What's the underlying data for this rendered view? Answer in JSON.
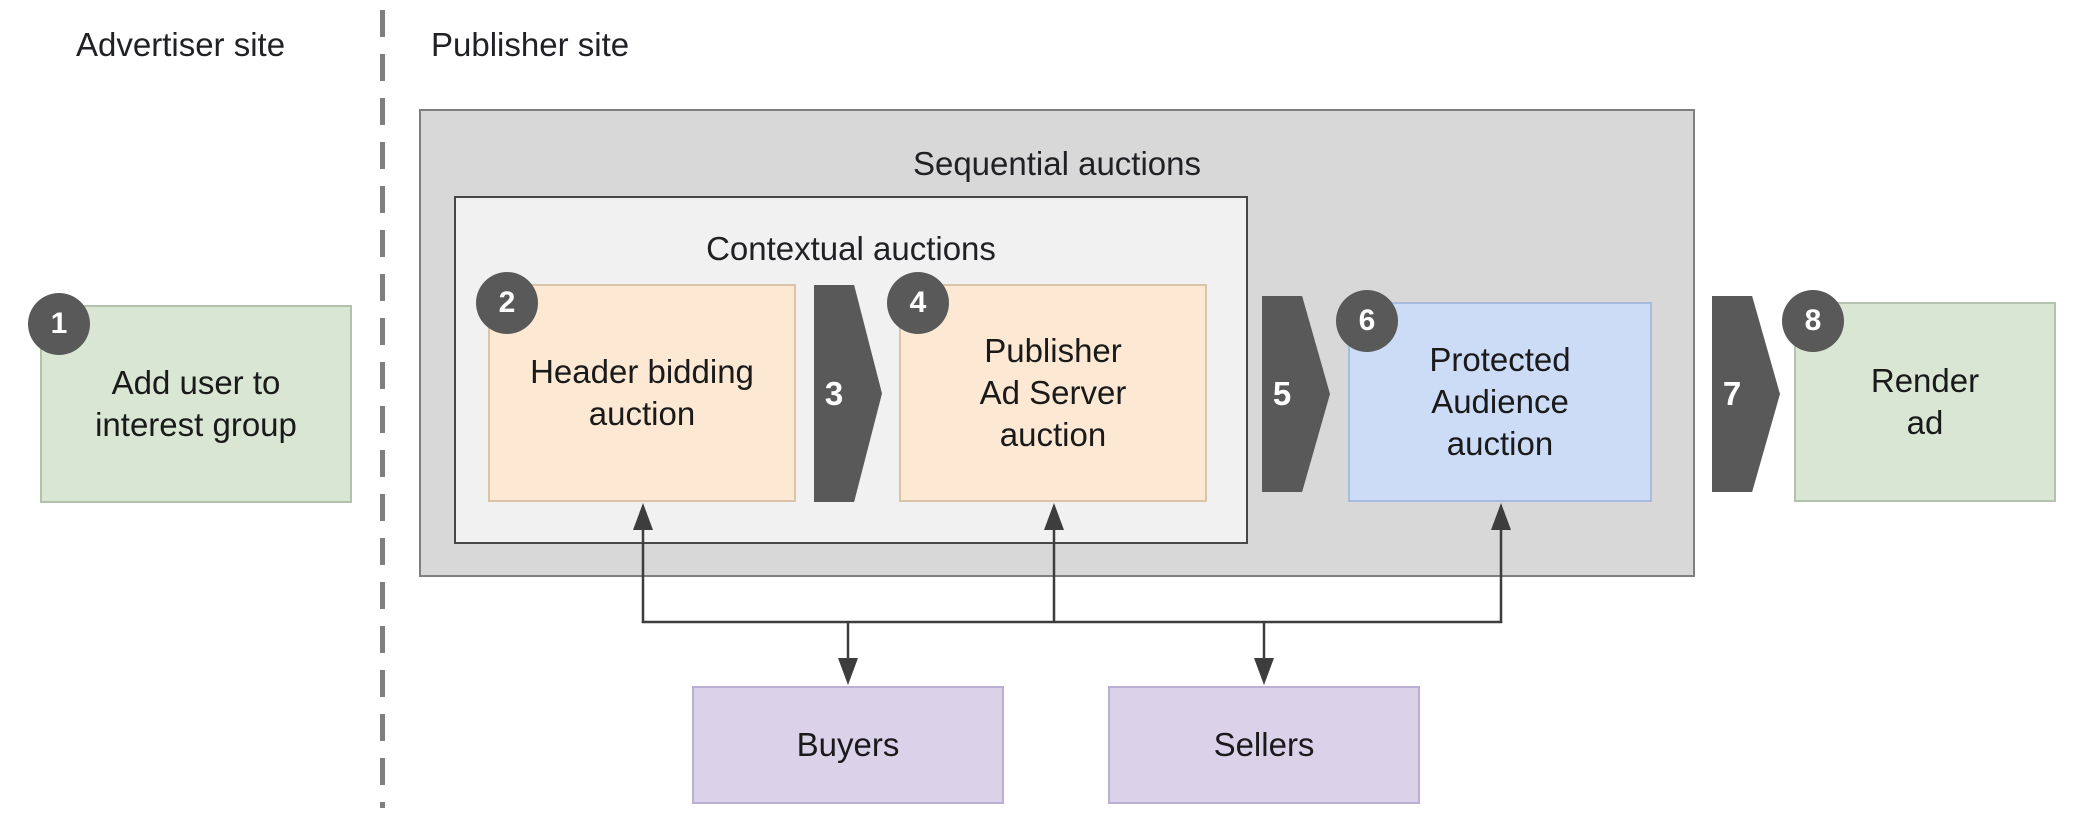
{
  "sites": {
    "advertiser": "Advertiser site",
    "publisher": "Publisher site"
  },
  "containers": {
    "sequential": "Sequential auctions",
    "contextual": "Contextual auctions"
  },
  "steps": {
    "add_user": {
      "badge": "1",
      "label": "Add user to\ninterest group"
    },
    "header_bidding": {
      "badge": "2",
      "label": "Header bidding\nauction"
    },
    "arrow_3": {
      "badge": "3"
    },
    "publisher_ad_server": {
      "badge": "4",
      "label": "Publisher\nAd Server\nauction"
    },
    "arrow_5": {
      "badge": "5"
    },
    "protected_audience": {
      "badge": "6",
      "label": "Protected\nAudience\nauction"
    },
    "arrow_7": {
      "badge": "7"
    },
    "render_ad": {
      "badge": "8",
      "label": "Render\nad"
    }
  },
  "participants": {
    "buyers": "Buyers",
    "sellers": "Sellers"
  },
  "colors": {
    "step_green": "#d9e6d3",
    "auction_peach": "#fce8d3",
    "audience_blue": "#ccdbf6",
    "participant_purple": "#d9d2e9",
    "badge_dark": "#595959",
    "sequential_fill": "#d8d8d8",
    "contextual_fill": "#f1f1f1"
  }
}
